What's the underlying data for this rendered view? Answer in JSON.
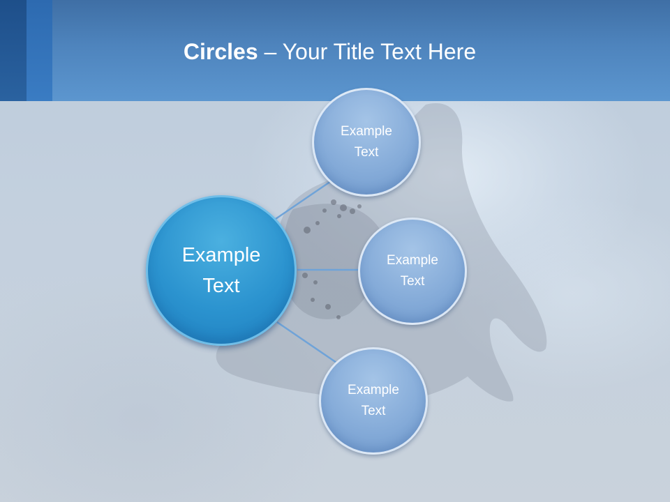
{
  "slide": {
    "title_bold": "Circles",
    "title_rest": " – Your Title Text Here"
  },
  "diagram": {
    "center": {
      "label": "Example Text"
    },
    "satellites": [
      {
        "label": "Example Text"
      },
      {
        "label": "Example Text"
      },
      {
        "label": "Example Text"
      }
    ]
  },
  "colors": {
    "header": "#4e84bd",
    "header_accent_dark": "#1e4f8a",
    "header_accent_mid": "#2d6ab0",
    "center_circle": "#2b93cf",
    "satellite_circle": "#86acd9",
    "connector": "#6fa3d8",
    "background": "#c3d0de"
  }
}
